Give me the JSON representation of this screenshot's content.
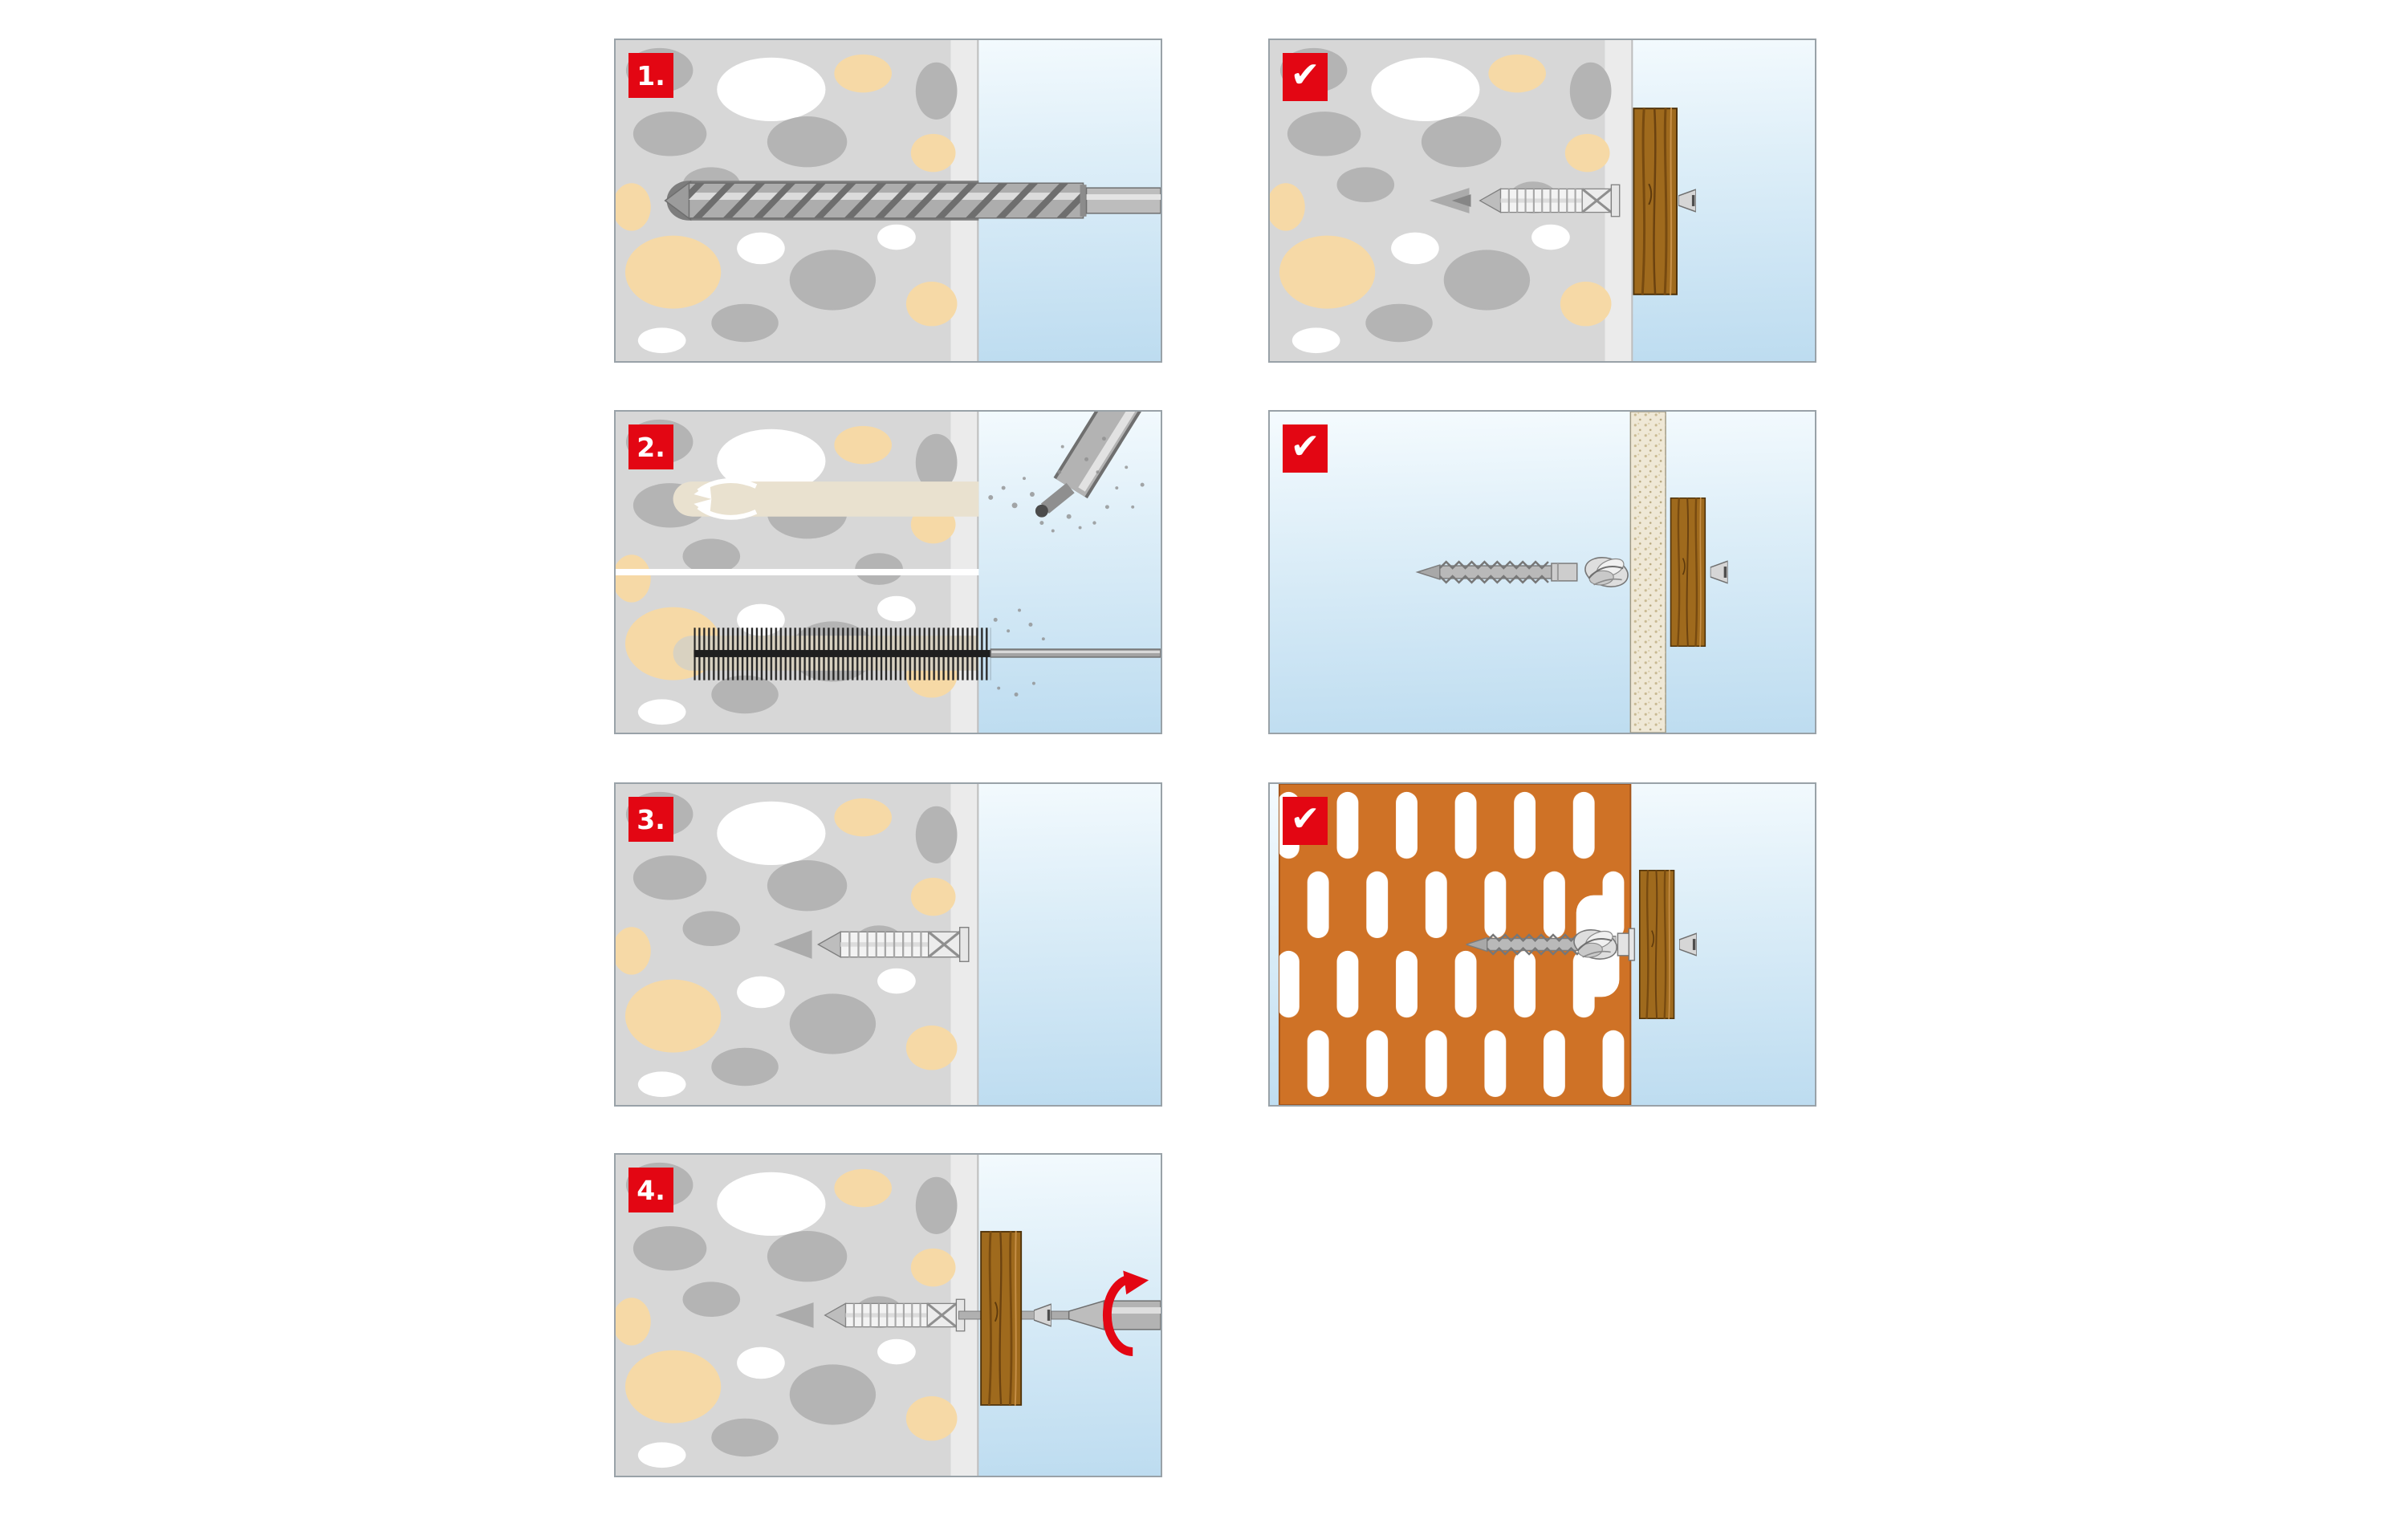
{
  "colors": {
    "badge_red": "#e30613",
    "badge_text": "#ffffff",
    "panel_border": "#99a2a8",
    "sky_top": "#f5fbfe",
    "sky_bottom": "#bddcf0",
    "concrete": "#d7d7d7",
    "concrete_cut": "#ebebeb",
    "stone_gray": "#b4b4b4",
    "stone_tan": "#f6d9a6",
    "stone_white": "#ffffff",
    "metal_light": "#e2e2e2",
    "metal_mid": "#b3b3b3",
    "metal_dark": "#6f6f6f",
    "wood": "#9f6a1d",
    "brick_orange": "#cf7226",
    "board_beige": "#efe8d6"
  },
  "panels": {
    "step1": {
      "badge": "1.",
      "scene": "drill-hole-icon"
    },
    "step2": {
      "badge": "2.",
      "scene": "clean-hole-blow-and-brush-icon"
    },
    "step3": {
      "badge": "3.",
      "scene": "insert-anchor-icon"
    },
    "step4": {
      "badge": "4.",
      "scene": "drive-screw-with-screwdriver-icon"
    },
    "result_solid": {
      "badge": "✔",
      "scene": "anchor-set-in-solid-wall-icon"
    },
    "result_board": {
      "badge": "✔",
      "scene": "anchor-knotted-behind-board-icon"
    },
    "result_perforated": {
      "badge": "✔",
      "scene": "anchor-knotted-in-perforated-brick-icon"
    }
  }
}
